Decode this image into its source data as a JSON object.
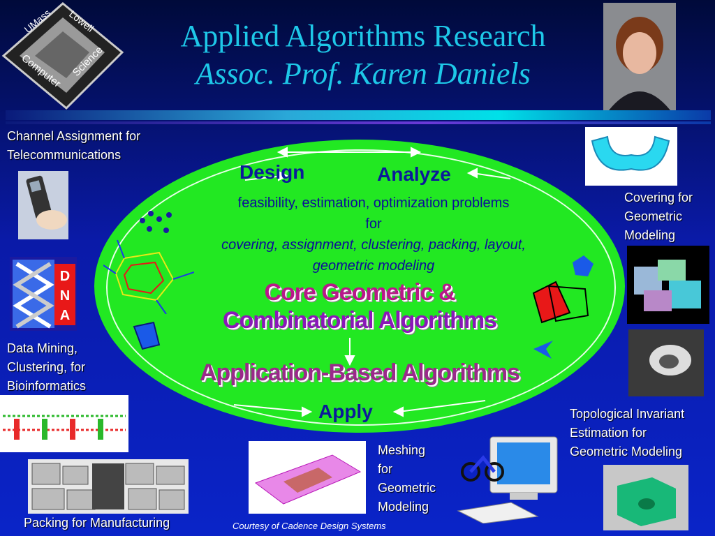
{
  "header": {
    "title": "Applied Algorithms Research",
    "subtitle": "Assoc. Prof. Karen Daniels",
    "logo_text": [
      "UMass",
      "Lowell",
      "Computer",
      "Science"
    ]
  },
  "cycle": {
    "design": "Design",
    "analyze": "Analyze",
    "apply": "Apply",
    "line1": "feasibility, estimation, optimization problems",
    "line2": "for",
    "line3": "covering, assignment, clustering, packing, layout,",
    "line4": "geometric modeling",
    "core1": "Core Geometric &",
    "core2": "Combinatorial Algorithms",
    "applied": "Application-Based Algorithms"
  },
  "labels": {
    "channel": [
      "Channel Assignment for",
      "Telecommunications"
    ],
    "datamining": [
      "Data Mining,",
      "Clustering, for",
      "Bioinformatics"
    ],
    "packing": "Packing for Manufacturing",
    "covering": [
      "Covering for",
      "Geometric",
      "Modeling"
    ],
    "topological": [
      "Topological Invariant",
      "Estimation for",
      "Geometric  Modeling"
    ],
    "meshing": [
      "Meshing",
      "for",
      "Geometric",
      "Modeling"
    ],
    "courtesy": "Courtesy of Cadence Design Systems"
  },
  "dna_letters": [
    "D",
    "N",
    "A"
  ]
}
